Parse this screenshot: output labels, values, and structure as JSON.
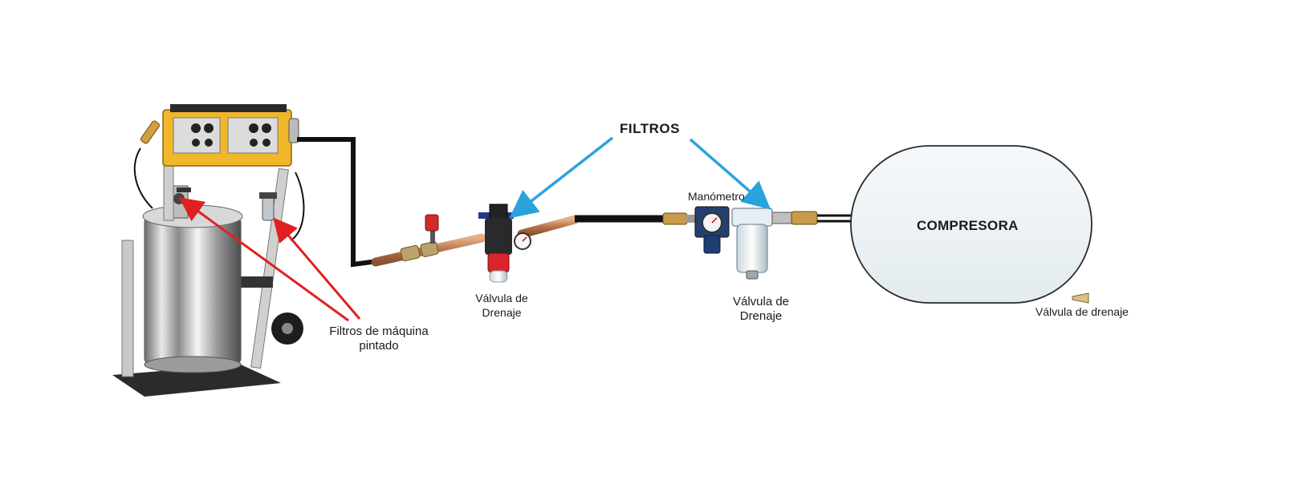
{
  "labels": {
    "filtros": "FILTROS",
    "manometro": "Manómetro",
    "compresora": "COMPRESORA",
    "valve_drain_1_line1": "Válvula de",
    "valve_drain_1_line2": "Drenaje",
    "valve_drain_2_line1": "Válvula de",
    "valve_drain_2_line2": "Drenaje",
    "valve_drain_tank": "Válvula de drenaje",
    "machine_filters_line1": "Filtros de máquina",
    "machine_filters_line2": "pintado"
  },
  "colors": {
    "arrow_blue": "#2aa3dc",
    "arrow_red": "#e02020",
    "hose_black": "#111111",
    "pipe_copper": "#c8875a",
    "tank_fill": "#eef3f6",
    "machine_yellow": "#f0b72a"
  }
}
